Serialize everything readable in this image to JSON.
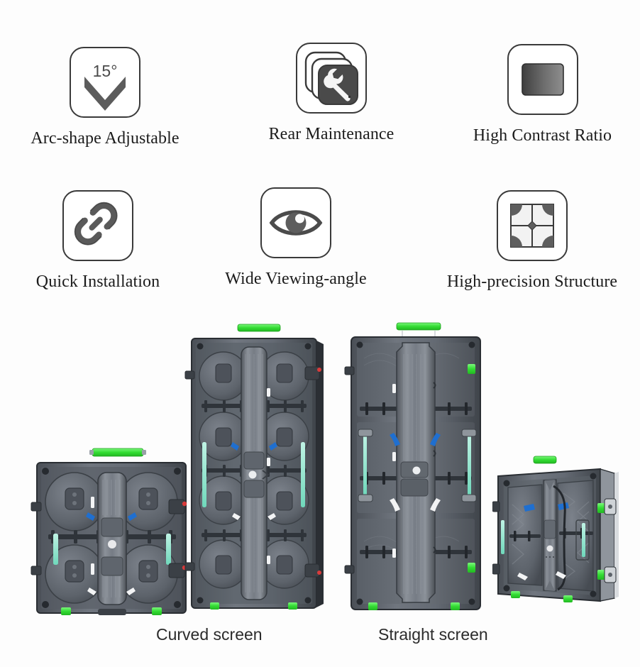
{
  "page": {
    "background_color": "#fdfdfd",
    "text_color": "#1c1c1c"
  },
  "features": {
    "row1": [
      {
        "label": "Arc-shape Adjustable",
        "icon": "arc-angle-icon",
        "badge": "15°"
      },
      {
        "label": "Rear Maintenance",
        "icon": "wrench-panels-icon"
      },
      {
        "label": "High Contrast Ratio",
        "icon": "contrast-screen-icon"
      }
    ],
    "row2": [
      {
        "label": "Quick Installation",
        "icon": "chain-link-icon"
      },
      {
        "label": "Wide Viewing-angle",
        "icon": "eye-icon"
      },
      {
        "label": "High-precision Structure",
        "icon": "grid-structure-icon"
      }
    ]
  },
  "products": {
    "captions": {
      "curved": "Curved screen",
      "straight": "Straight screen"
    },
    "panels": [
      {
        "name": "small-curved-cabinet",
        "type": "curved",
        "view": "rear"
      },
      {
        "name": "tall-curved-cabinet",
        "type": "curved",
        "view": "rear"
      },
      {
        "name": "tall-straight-cabinet",
        "type": "straight",
        "view": "rear"
      },
      {
        "name": "angled-straight-cabinet",
        "type": "straight",
        "view": "perspective"
      }
    ]
  },
  "colors": {
    "icon_outline": "#3a3a3a",
    "icon_fill_dark": "#545454",
    "icon_fill_mid": "#6e6e6e",
    "cabinet_dark": "#3c4045",
    "cabinet_mid": "#5c6169",
    "cabinet_light": "#7d838b",
    "handle_green": "#3fdc3f",
    "accent_blue": "#1f6fd0",
    "accent_teal": "#7ae3c8",
    "accent_red": "#d93b3b"
  }
}
